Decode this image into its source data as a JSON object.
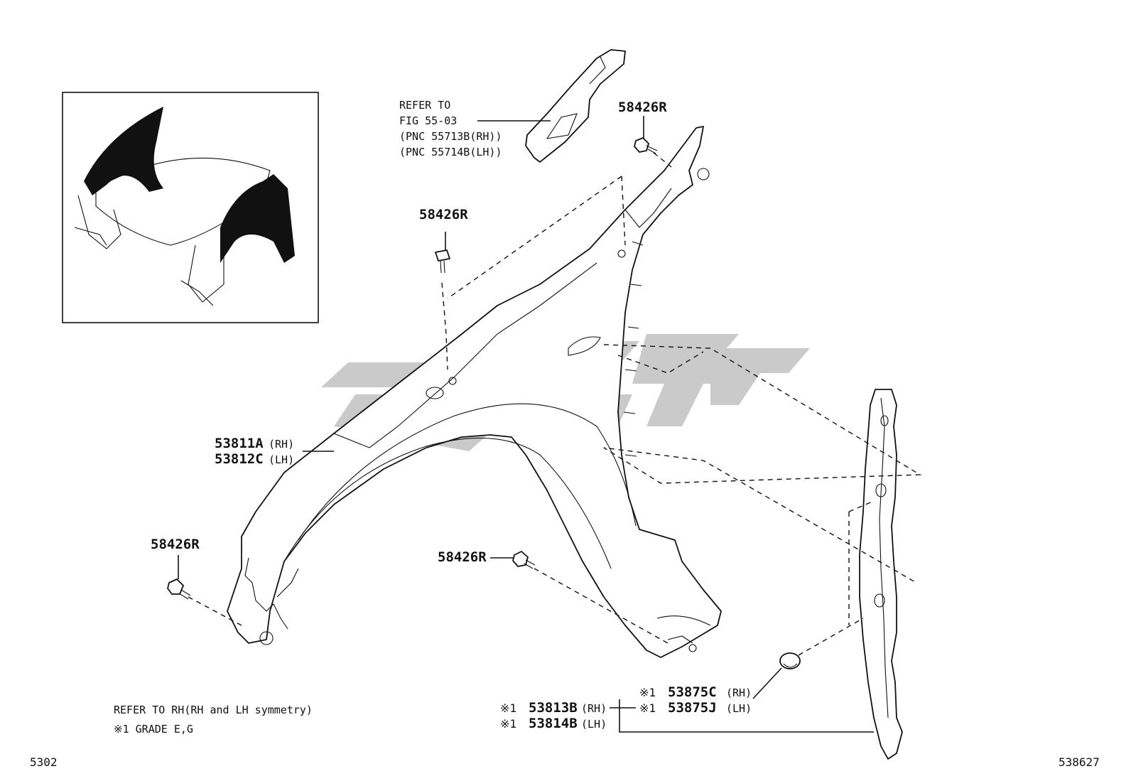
{
  "refer_fig": {
    "line1": "REFER TO",
    "line2": "FIG 55-03",
    "line3": "(PNC 55713B(RH))",
    "line4": "(PNC 55714B(LH))"
  },
  "bolts": {
    "top_right": "58426R",
    "mid": "58426R",
    "left": "58426R",
    "lower": "58426R"
  },
  "fender": {
    "rh_code": "53811A",
    "rh_side": "(RH)",
    "lh_code": "53812C",
    "lh_side": "(LH)"
  },
  "liner": {
    "rh_mark": "※1",
    "rh_code": "53813B",
    "rh_side": "(RH)",
    "lh_mark": "※1",
    "lh_code": "53814B",
    "lh_side": "(LH)"
  },
  "clip": {
    "rh_mark": "※1",
    "rh_code": "53875C",
    "rh_side": "(RH)",
    "lh_mark": "※1",
    "lh_code": "53875J",
    "lh_side": "(LH)"
  },
  "notes": {
    "symmetry": "REFER TO RH(RH and LH symmetry)",
    "grade": "※1 GRADE E,G"
  },
  "footer": {
    "left_code": "5302",
    "right_code": "538627"
  },
  "watermark_color": "#c8c8c8"
}
